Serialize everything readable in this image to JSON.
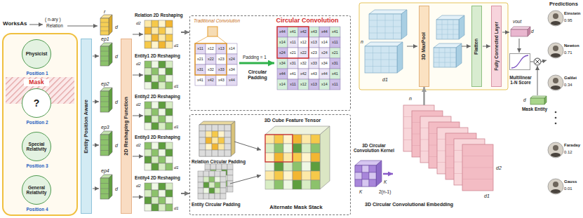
{
  "diagram": {
    "nodes": [
      {
        "text": [
          "Physicist",
          "Position 1"
        ]
      },
      {
        "text": [
          "Mask",
          "?",
          "Position 2"
        ]
      },
      {
        "text": [
          "Special Relativity",
          "Position 3"
        ]
      },
      {
        "text": [
          "General Relativity",
          "Position 4"
        ]
      },
      {
        "text": [
          "Entity Position Aware"
        ]
      },
      {
        "text": [
          "2D Reshaping Function"
        ]
      },
      {
        "text": [
          "Relation 2D Reshaping"
        ]
      },
      {
        "text": [
          "Entity1 2D Reshaping"
        ]
      },
      {
        "text": [
          "Entity2 2D Reshaping"
        ]
      },
      {
        "text": [
          "Entity3 2D Reshaping"
        ]
      },
      {
        "text": [
          "Entity4 2D Reshaping"
        ]
      },
      {
        "text": [
          "Traditional Convolution",
          "Circular Convolution",
          "Circular Padding"
        ]
      },
      {
        "text": [
          "Relation Circular Padding",
          "Entity Circular Padding",
          "3D Cube Feature Tensor",
          "Alternate Mask Stack"
        ]
      },
      {
        "text": [
          "3D Circular Convolution Kernel"
        ]
      },
      {
        "text": [
          "3D Circular Convolutional Embedding"
        ]
      },
      {
        "text": [
          "3D MaxPool"
        ]
      },
      {
        "text": [
          "Flatten"
        ]
      },
      {
        "text": [
          "Fully Connected Layer"
        ]
      },
      {
        "text": [
          "Mask Entity"
        ]
      },
      {
        "text": [
          "Multilinear 1-N Score"
        ]
      },
      {
        "text": [
          "Einstein",
          "0.95"
        ]
      },
      {
        "text": [
          "Newton",
          "0.71"
        ]
      },
      {
        "text": [
          "Galilei",
          "0.34"
        ]
      },
      {
        "text": [
          "Faraday",
          "0.12"
        ]
      },
      {
        "text": [
          "Gauss",
          "0.01"
        ]
      }
    ],
    "edges": [
      {
        "from": 6,
        "to": 11,
        "arrow": "to"
      },
      {
        "from": 10,
        "to": 12,
        "arrow": "to"
      },
      {
        "from": 13,
        "to": 14,
        "arrow": "to"
      },
      {
        "from": 14,
        "to": 15,
        "arrow": "to"
      }
    ],
    "labels": [
      "WorksAs",
      "( n-ary )",
      "Relation",
      "r",
      "d",
      "ep1",
      "d",
      "ep2",
      "d",
      "ep3",
      "d",
      "ep4",
      "d",
      "d2",
      "d1",
      "d2",
      "d1",
      "d2",
      "d1",
      "d2",
      "d1",
      "d2",
      "d1",
      "Padding = 1",
      "K",
      "K",
      "2(n-1)",
      "n",
      "d2",
      "d1",
      "n",
      "d1",
      "vout",
      "d",
      "d",
      "Predictions",
      "x11",
      "x12",
      "x13",
      "x14",
      "x21",
      "x22",
      "x23",
      "x24",
      "x31",
      "x32",
      "x33",
      "x34",
      "x41",
      "x42",
      "x43",
      "x44",
      "x44",
      "x41",
      "x42",
      "x43",
      "x44",
      "x41",
      "x14",
      "x11",
      "x12",
      "x13",
      "x14",
      "x11",
      "x24",
      "x21",
      "x22",
      "x23",
      "x24",
      "x21",
      "x34",
      "x31",
      "x32",
      "x33",
      "x34",
      "x31",
      "x44",
      "x41",
      "x42",
      "x43",
      "x44",
      "x41",
      "x14",
      "x11",
      "x12",
      "x13",
      "x14",
      "x11"
    ]
  }
}
